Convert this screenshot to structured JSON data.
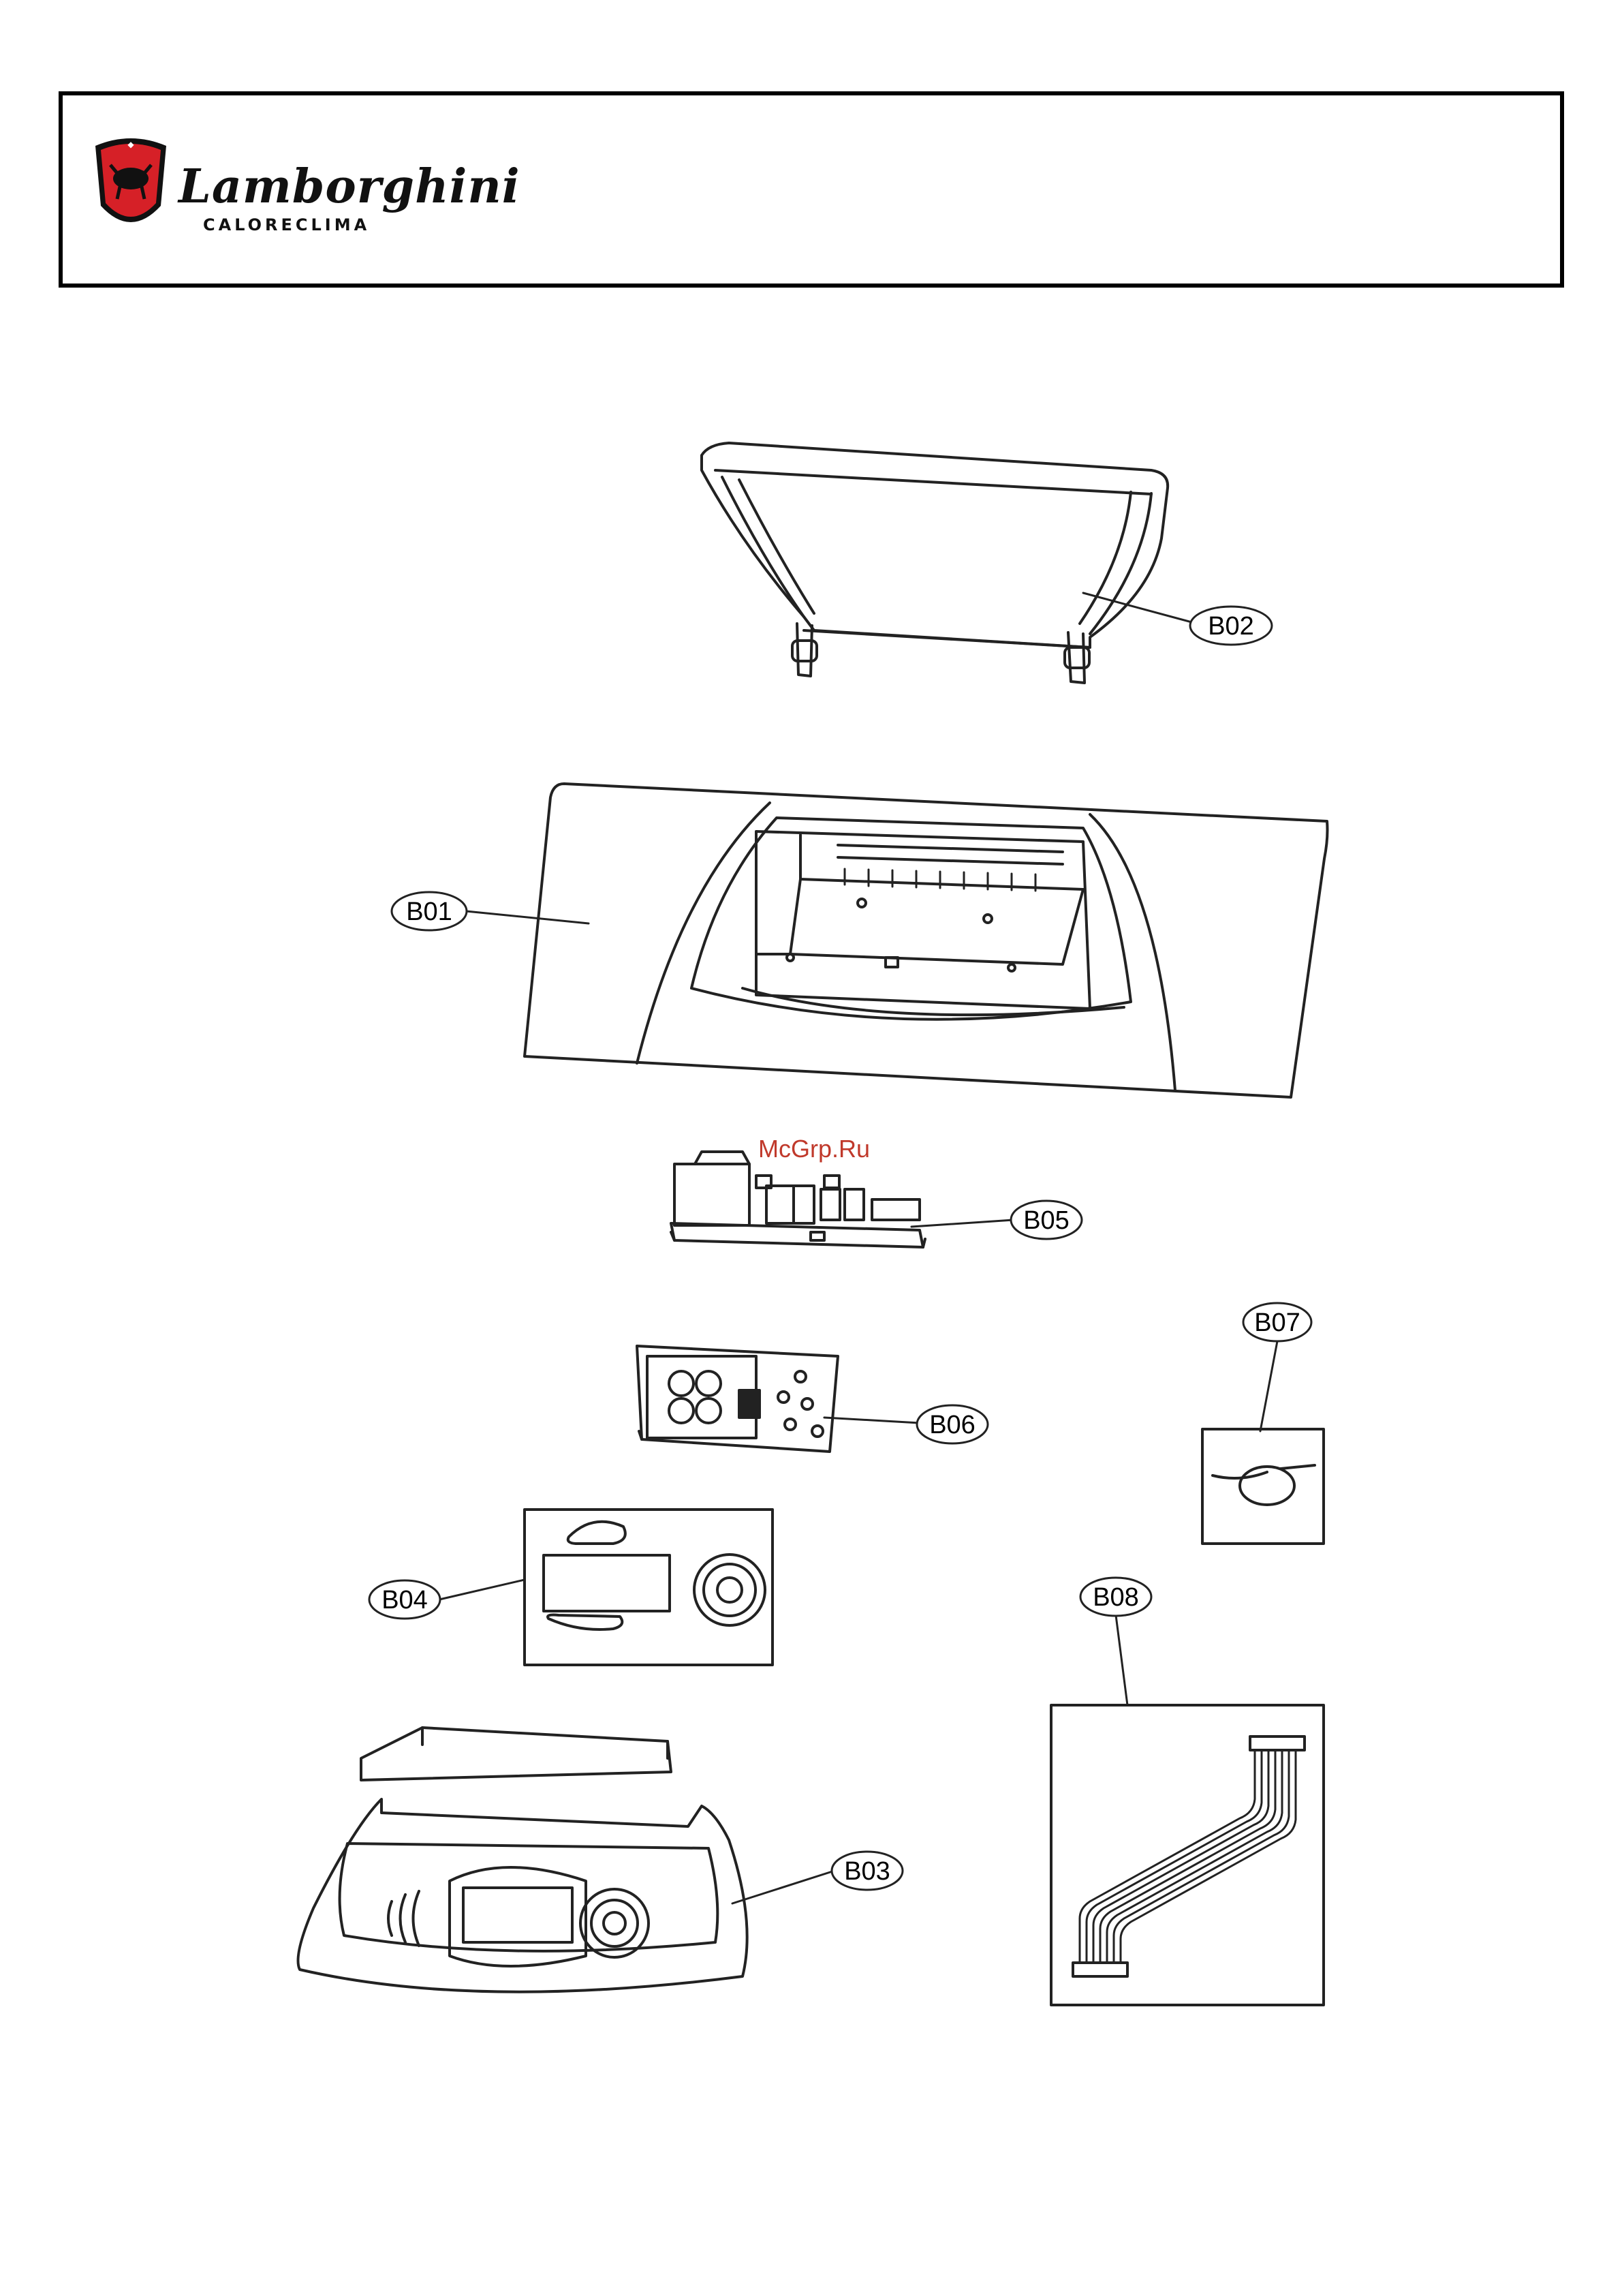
{
  "header": {
    "brand_name": "Lamborghini",
    "brand_sub": "CALORECLIMA"
  },
  "watermark": "McGrp.Ru",
  "parts": [
    {
      "id": "B02",
      "label": "B02"
    },
    {
      "id": "B01",
      "label": "B01"
    },
    {
      "id": "B05",
      "label": "B05"
    },
    {
      "id": "B07",
      "label": "B07"
    },
    {
      "id": "B06",
      "label": "B06"
    },
    {
      "id": "B04",
      "label": "B04"
    },
    {
      "id": "B08",
      "label": "B08"
    },
    {
      "id": "B03",
      "label": "B03"
    }
  ],
  "colors": {
    "brand_red": "#d62027",
    "line": "#222222",
    "watermark": "#c0392b"
  }
}
